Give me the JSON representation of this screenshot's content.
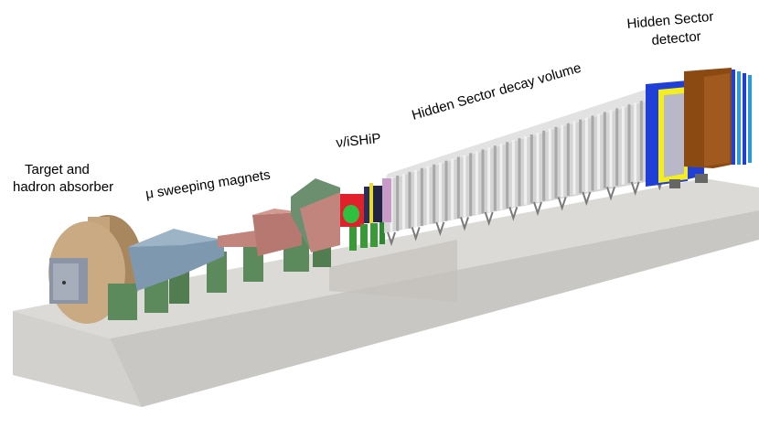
{
  "labels": {
    "target_line1": "Target and",
    "target_line2": "hadron absorber",
    "magnets": "μ sweeping magnets",
    "nu": "ν/iSHiP",
    "decay_volume": "Hidden Sector decay volume",
    "detector_line1": "Hidden Sector",
    "detector_line2": "detector"
  },
  "colors": {
    "floor_top": "#dcdad6",
    "floor_side": "#c9c7c3",
    "floor_front": "#d6d4d0",
    "absorber": "#c4a47c",
    "absorber_dark": "#a9875e",
    "target_box": "#8c95a5",
    "magnet_green": "#5c8a5c",
    "magnet_blue": "#7e98b0",
    "magnet_pink": "#c2857e",
    "nu_red": "#e0202a",
    "nu_green": "#30c040",
    "decay_grey": "#c9c9c9",
    "detector_blue": "#1f3fd6",
    "detector_yellow": "#f4ee20",
    "detector_brown": "#8a4a12"
  }
}
